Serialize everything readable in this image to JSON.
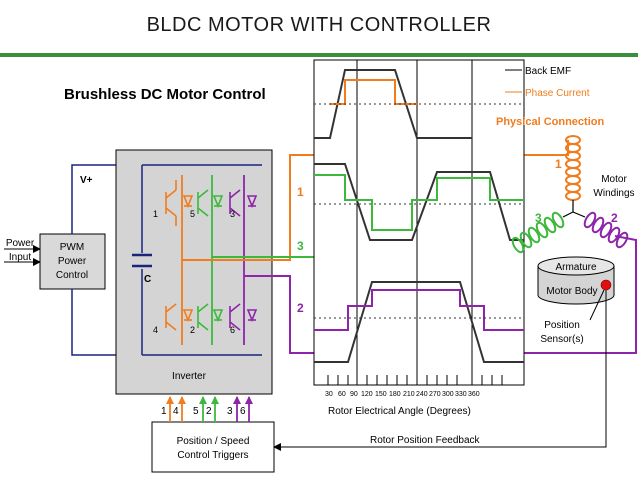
{
  "slide": {
    "title": "BLDC MOTOR  WITH CONTROLLER",
    "rule_color": "#3a8f3a"
  },
  "diagram": {
    "heading": "Brushless DC Motor Control",
    "power_input": "Power Input",
    "pwm_block": [
      "PWM",
      "Power",
      "Control"
    ],
    "vplus": "V+",
    "capacitor": "C",
    "inverter": "Inverter",
    "switches_top": [
      "1",
      "5",
      "3"
    ],
    "switches_bottom": [
      "4",
      "2",
      "6"
    ],
    "phases": [
      "1",
      "3",
      "2"
    ],
    "trigger_pins": [
      "1",
      "4",
      "5",
      "2",
      "3",
      "6"
    ],
    "position_block": [
      "Position / Speed",
      "Control Triggers"
    ],
    "legend": {
      "back_emf": "Back EMF",
      "phase_current": "Phase Current",
      "physical_connection": "Physical Connection"
    },
    "motor": {
      "windings": [
        "Motor",
        "Windings"
      ],
      "armature": "Armature",
      "body": "Motor Body",
      "sensor": [
        "Position",
        "Sensor(s)"
      ],
      "coil_labels": [
        "1",
        "3",
        "2"
      ]
    },
    "angle_ticks": [
      "30",
      "60",
      "90",
      "120",
      "150",
      "180",
      "210",
      "240",
      "270",
      "300",
      "330",
      "360"
    ],
    "axis_label": "Rotor Electrical Angle (Degrees)",
    "feedback": "Rotor Position Feedback",
    "colors": {
      "phase1": "#f07c1e",
      "phase2": "#8e24aa",
      "phase3": "#3cb93c",
      "inverter_bg": "#d4d4d4",
      "block_bg": "#d9d9d9",
      "wire": "#1a237e",
      "sensor": "#e01010"
    }
  }
}
